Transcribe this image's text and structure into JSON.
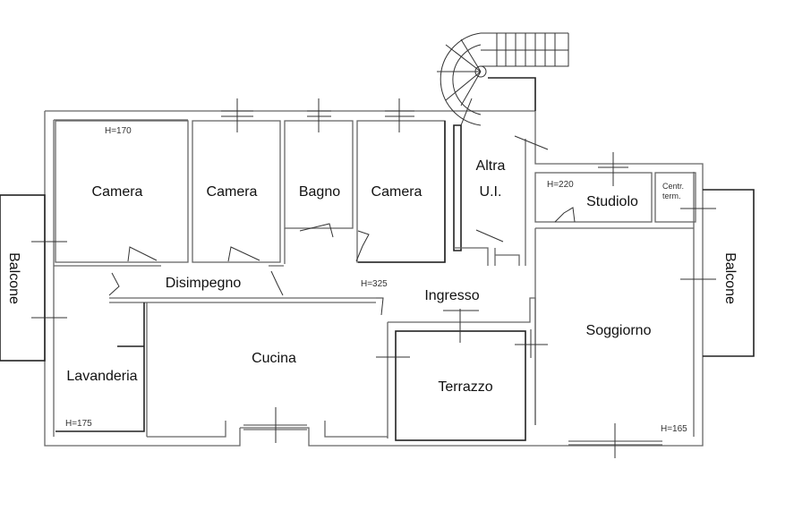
{
  "plan": {
    "rooms": [
      {
        "id": "camera-1",
        "label": "Camera"
      },
      {
        "id": "camera-2",
        "label": "Camera"
      },
      {
        "id": "bagno",
        "label": "Bagno"
      },
      {
        "id": "camera-3",
        "label": "Camera"
      },
      {
        "id": "altra-ui-1",
        "label": "Altra"
      },
      {
        "id": "altra-ui-2",
        "label": "U.I."
      },
      {
        "id": "studiolo",
        "label": "Studiolo"
      },
      {
        "id": "centr-term-1",
        "label": "Centr."
      },
      {
        "id": "centr-term-2",
        "label": "term."
      },
      {
        "id": "disimpegno",
        "label": "Disimpegno"
      },
      {
        "id": "ingresso",
        "label": "Ingresso"
      },
      {
        "id": "cucina",
        "label": "Cucina"
      },
      {
        "id": "lavanderia",
        "label": "Lavanderia"
      },
      {
        "id": "terrazzo",
        "label": "Terrazzo"
      },
      {
        "id": "soggiorno",
        "label": "Soggiorno"
      },
      {
        "id": "balcone-left",
        "label": "Balcone"
      },
      {
        "id": "balcone-right",
        "label": "Balcone"
      }
    ],
    "heights": [
      {
        "id": "h-camera",
        "label": "H=170"
      },
      {
        "id": "h-studiolo",
        "label": "H=220"
      },
      {
        "id": "h-ingresso",
        "label": "H=325"
      },
      {
        "id": "h-lavanderia",
        "label": "H=175"
      },
      {
        "id": "h-soggiorno",
        "label": "H=165"
      }
    ]
  }
}
